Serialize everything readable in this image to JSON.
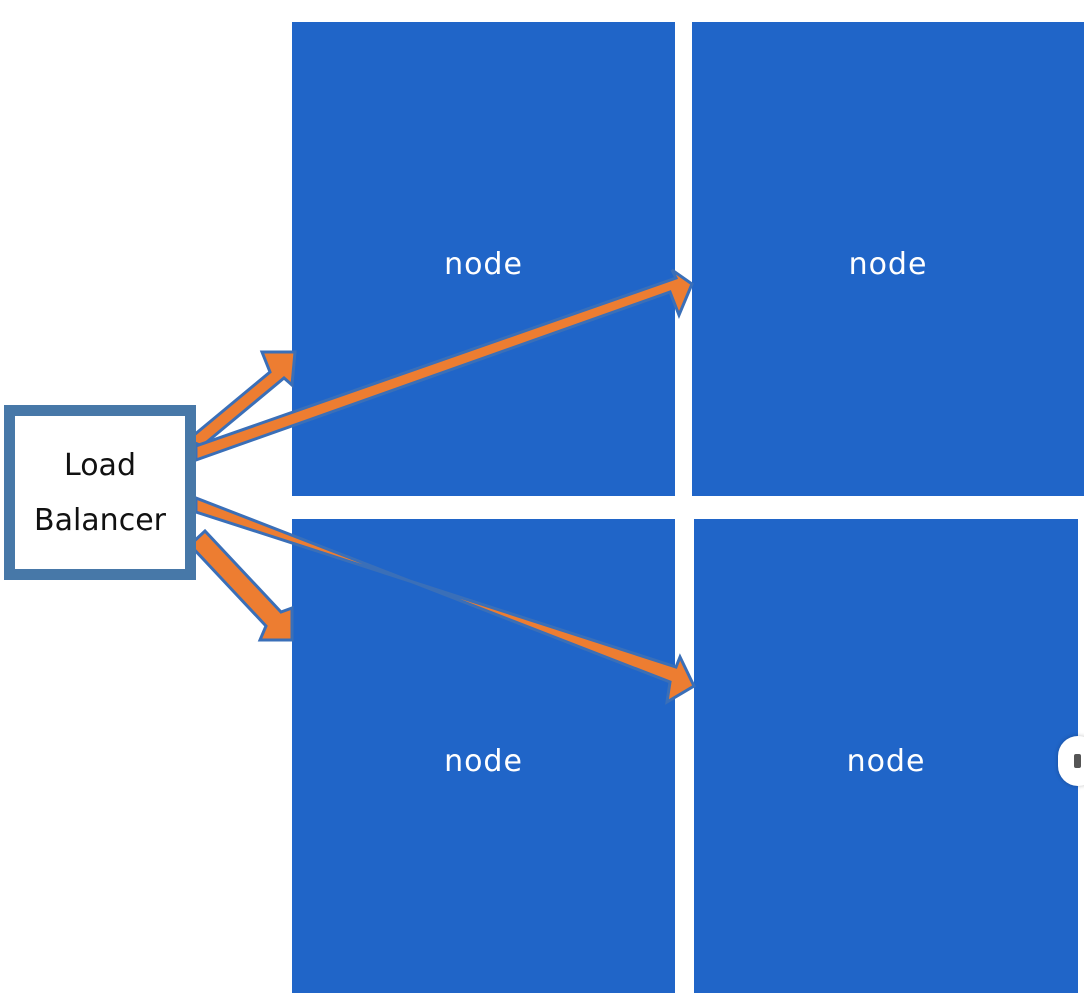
{
  "nodes": {
    "top_left": "node",
    "top_right": "node",
    "bottom_left": "node",
    "bottom_right": "node"
  },
  "load_balancer": {
    "line1": "Load",
    "line2": "Balancer"
  },
  "colors": {
    "node_fill": "#2065c8",
    "node_text": "#ffffff",
    "arrow_fill": "#ed7d31",
    "arrow_outline": "#3a6fb8",
    "lb_border": "#4778a8"
  },
  "connections": [
    {
      "from": "load_balancer",
      "to": "top_left"
    },
    {
      "from": "load_balancer",
      "to": "top_right"
    },
    {
      "from": "load_balancer",
      "to": "bottom_left"
    },
    {
      "from": "load_balancer",
      "to": "bottom_right"
    }
  ]
}
